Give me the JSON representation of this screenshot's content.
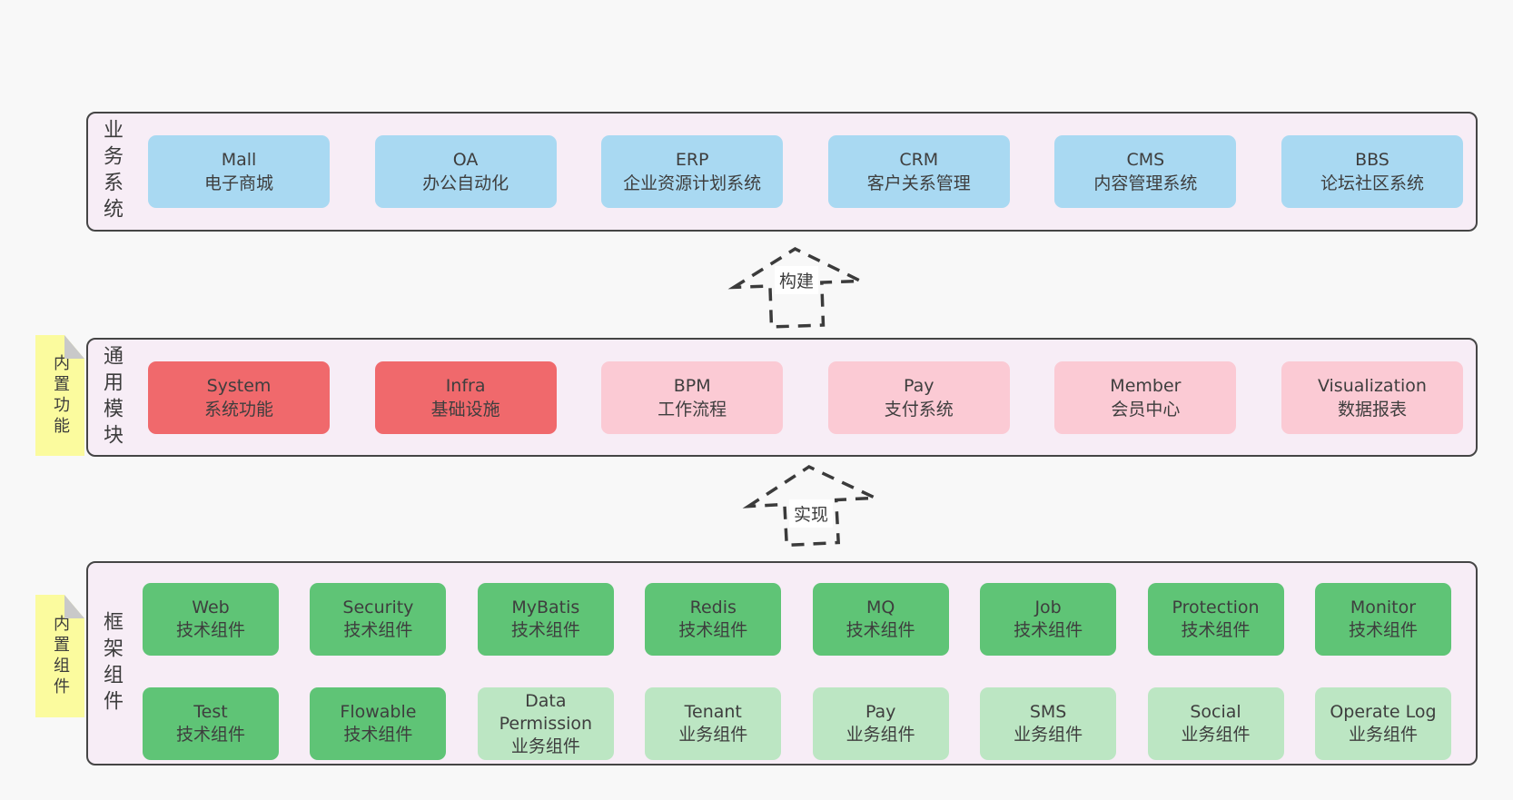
{
  "layers": [
    {
      "id": "business",
      "label": "业务系统",
      "boxes": [
        {
          "name": "Mall",
          "desc": "电子商城",
          "type": "blue"
        },
        {
          "name": "OA",
          "desc": "办公自动化",
          "type": "blue"
        },
        {
          "name": "ERP",
          "desc": "企业资源计划系统",
          "type": "blue"
        },
        {
          "name": "CRM",
          "desc": "客户关系管理",
          "type": "blue"
        },
        {
          "name": "CMS",
          "desc": "内容管理系统",
          "type": "blue"
        },
        {
          "name": "BBS",
          "desc": "论坛社区系统",
          "type": "blue"
        }
      ]
    },
    {
      "id": "modules",
      "label": "通用模块",
      "boxes": [
        {
          "name": "System",
          "desc": "系统功能",
          "type": "red"
        },
        {
          "name": "Infra",
          "desc": "基础设施",
          "type": "red"
        },
        {
          "name": "BPM",
          "desc": "工作流程",
          "type": "pink"
        },
        {
          "name": "Pay",
          "desc": "支付系统",
          "type": "pink"
        },
        {
          "name": "Member",
          "desc": "会员中心",
          "type": "pink"
        },
        {
          "name": "Visualization",
          "desc": "数据报表",
          "type": "pink"
        }
      ]
    },
    {
      "id": "components",
      "label": "框架组件",
      "rows": [
        [
          {
            "name": "Web",
            "desc": "技术组件",
            "type": "green"
          },
          {
            "name": "Security",
            "desc": "技术组件",
            "type": "green"
          },
          {
            "name": "MyBatis",
            "desc": "技术组件",
            "type": "green"
          },
          {
            "name": "Redis",
            "desc": "技术组件",
            "type": "green"
          },
          {
            "name": "MQ",
            "desc": "技术组件",
            "type": "green"
          },
          {
            "name": "Job",
            "desc": "技术组件",
            "type": "green"
          },
          {
            "name": "Protection",
            "desc": "技术组件",
            "type": "green"
          },
          {
            "name": "Monitor",
            "desc": "技术组件",
            "type": "green"
          }
        ],
        [
          {
            "name": "Test",
            "desc": "技术组件",
            "type": "green"
          },
          {
            "name": "Flowable",
            "desc": "技术组件",
            "type": "green"
          },
          {
            "name": "Data Permission",
            "desc": "业务组件",
            "type": "lightgreen"
          },
          {
            "name": "Tenant",
            "desc": "业务组件",
            "type": "lightgreen"
          },
          {
            "name": "Pay",
            "desc": "业务组件",
            "type": "lightgreen"
          },
          {
            "name": "SMS",
            "desc": "业务组件",
            "type": "lightgreen"
          },
          {
            "name": "Social",
            "desc": "业务组件",
            "type": "lightgreen"
          },
          {
            "name": "Operate Log",
            "desc": "业务组件",
            "type": "lightgreen"
          }
        ]
      ]
    }
  ],
  "arrows": [
    {
      "id": "build",
      "label": "构建"
    },
    {
      "id": "implement",
      "label": "实现"
    }
  ],
  "notes": [
    {
      "id": "features",
      "label": "内置功能"
    },
    {
      "id": "components",
      "label": "内置组件"
    }
  ],
  "colors": {
    "page_background": "#f8f8f8",
    "layer_fill": "#f7edf6",
    "layer_border": "#454545",
    "box_blue": "#a9d9f2",
    "box_red": "#f0696c",
    "box_pink": "#fbcad4",
    "box_green": "#5fc476",
    "box_light_green": "#bce6c3",
    "note_yellow": "#fbfb9e",
    "note_fold_gray": "#c9c9c9",
    "arrow_stroke": "#3b3b3b",
    "text": "#3c3c3c"
  }
}
